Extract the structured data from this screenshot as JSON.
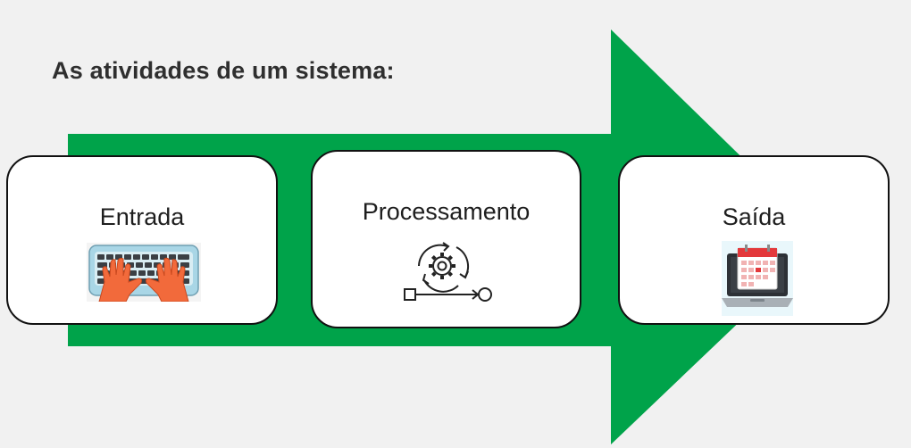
{
  "page": {
    "title": "As atividades de um sistema:"
  },
  "diagram": {
    "arrow_color": "#00a34a",
    "steps": [
      {
        "label": "Entrada",
        "icon": "hands-typing-keyboard-icon"
      },
      {
        "label": "Processamento",
        "icon": "gear-process-cycle-icon"
      },
      {
        "label": "Saída",
        "icon": "laptop-calendar-icon"
      }
    ]
  }
}
